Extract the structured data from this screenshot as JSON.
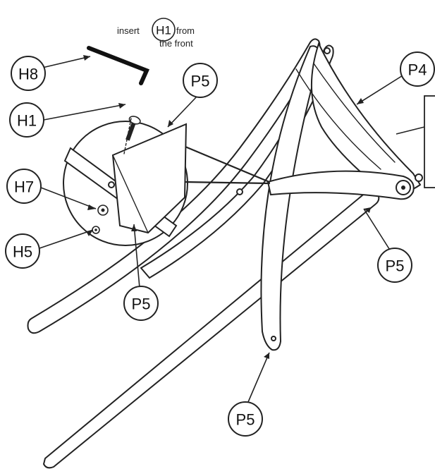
{
  "instruction": {
    "prefix": "insert",
    "part": "H1",
    "suffix_line1": "from",
    "line2": "the front"
  },
  "labels": {
    "h8": "H8",
    "h1": "H1",
    "h7": "H7",
    "h5": "H5",
    "p5_top": "P5",
    "p4": "P4",
    "p5_right": "P5",
    "p5_mid": "P5",
    "p5_bottom": "P5"
  },
  "colors": {
    "line": "#222222",
    "background": "#ffffff"
  }
}
